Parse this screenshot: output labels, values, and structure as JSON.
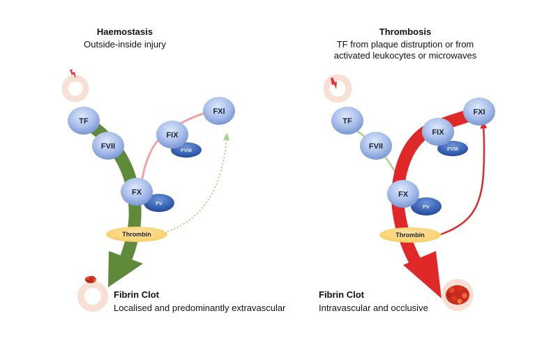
{
  "colors": {
    "haemostasis_main": "#5f8a3a",
    "haemostasis_loop": "#f0a4a4",
    "haemostasis_feedback": "#a8d08d",
    "thrombosis_main": "#e02828",
    "thrombosis_thin": "#a8d08d",
    "vessel_ring": "#f8e1d4",
    "node_light": "#b4c8ee",
    "node_dark": "#2f58a8",
    "thrombin_fill": "#fbd67a",
    "lightning": "#e53333"
  },
  "haemostasis": {
    "title": "Haemostasis",
    "subtitle": "Outside-inside injury",
    "nodes": {
      "tf": "TF",
      "fvii": "FVII",
      "fix": "FIX",
      "fviii": "FVIII",
      "fxi": "FXI",
      "fx": "FX",
      "fv": "FV",
      "thrombin": "Thrombin"
    },
    "clot_title": "Fibrin Clot",
    "clot_subtitle": "Localised and predominantly extravascular"
  },
  "thrombosis": {
    "title": "Thrombosis",
    "subtitle_line1": "TF from plaque distruption or from",
    "subtitle_line2": "activated leukocytes or microwaves",
    "nodes": {
      "tf": "TF",
      "fvii": "FVII",
      "fix": "FIX",
      "fviii": "FVIII",
      "fxi": "FXI",
      "fx": "FX",
      "fv": "FV",
      "thrombin": "Thrombin"
    },
    "clot_title": "Fibrin Clot",
    "clot_subtitle": "Intravascular and occlusive"
  }
}
